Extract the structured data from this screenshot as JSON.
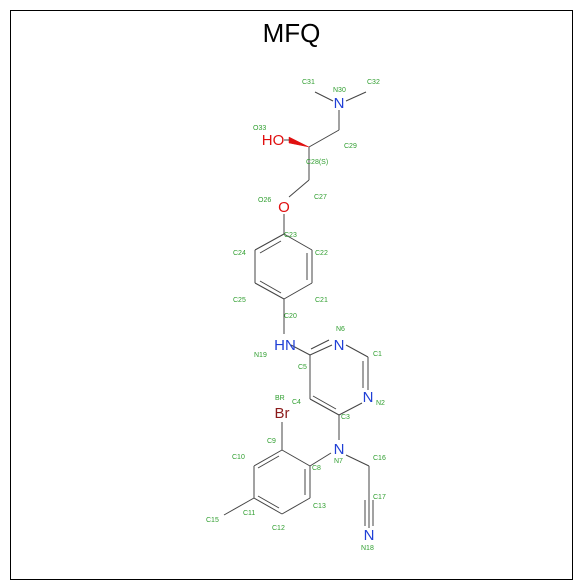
{
  "title": "MFQ",
  "colors": {
    "bond": "#444444",
    "index": "#2f9e2f",
    "N": "#1f3fd6",
    "O": "#e01010",
    "Br": "#8b1a1a"
  },
  "atoms": {
    "n30": "N",
    "ho": "HO",
    "o26": "O",
    "hn": "HN",
    "n6": "N",
    "n2": "N",
    "n7": "N",
    "br": "Br",
    "n18": "N"
  },
  "labels": {
    "C31": "C31",
    "N30": "N30",
    "C32": "C32",
    "O33": "O33",
    "C29": "C29",
    "C28": "C28(S)",
    "O26": "O26",
    "C27": "C27",
    "C23": "C23",
    "C24": "C24",
    "C22": "C22",
    "C25": "C25",
    "C21": "C21",
    "C20": "C20",
    "N6": "N6",
    "N19": "N19",
    "C5": "C5",
    "C1": "C1",
    "BR": "BR",
    "C4": "C4",
    "N2": "N2",
    "C3": "C3",
    "C9": "C9",
    "C10": "C10",
    "N7": "N7",
    "C16": "C16",
    "C8": "C8",
    "C17": "C17",
    "C15": "C15",
    "C11": "C11",
    "C13": "C13",
    "C12": "C12",
    "N18": "N18"
  }
}
